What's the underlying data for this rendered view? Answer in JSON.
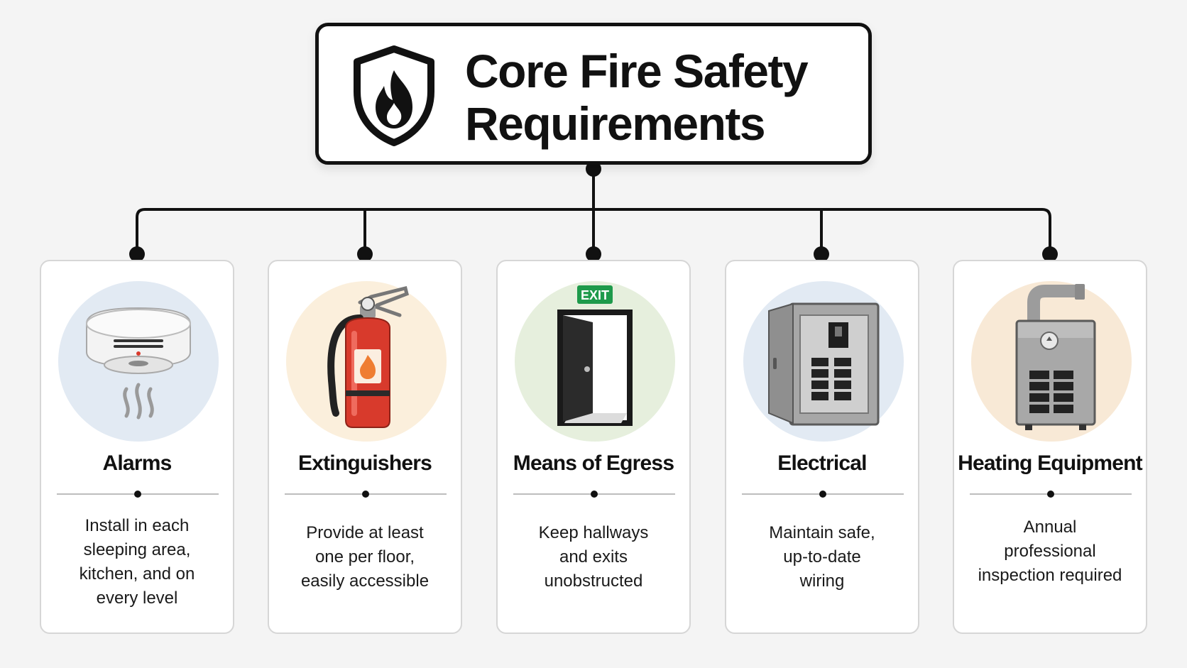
{
  "title": "Core Fire Safety\nRequirements",
  "colors": {
    "line": "#111111",
    "card_border": "#d6d6d6",
    "alarm_circle": "#e2eaf3",
    "extinguisher_circle": "#fbefdc",
    "egress_circle": "#e6efdd",
    "electrical_circle": "#e2eaf3",
    "heating_circle": "#f8e9d6",
    "extinguisher_red": "#d83a2c",
    "exit_green": "#1e9a4b"
  },
  "cards": [
    {
      "title": "Alarms",
      "icon": "smoke-alarm-icon",
      "desc": "Install in each\nsleeping area,\nkitchen, and on\nevery level"
    },
    {
      "title": "Extinguishers",
      "icon": "fire-extinguisher-icon",
      "desc": "Provide at least\none per floor,\neasily accessible"
    },
    {
      "title": "Means of Egress",
      "icon": "exit-door-icon",
      "exit_sign": "EXIT",
      "desc": "Keep hallways\nand exits\nunobstructed"
    },
    {
      "title": "Electrical",
      "icon": "breaker-panel-icon",
      "desc": "Maintain safe,\nup-to-date\nwiring"
    },
    {
      "title": "Heating Equipment",
      "icon": "furnace-icon",
      "desc": "Annual\nprofessional\ninspection required"
    }
  ]
}
